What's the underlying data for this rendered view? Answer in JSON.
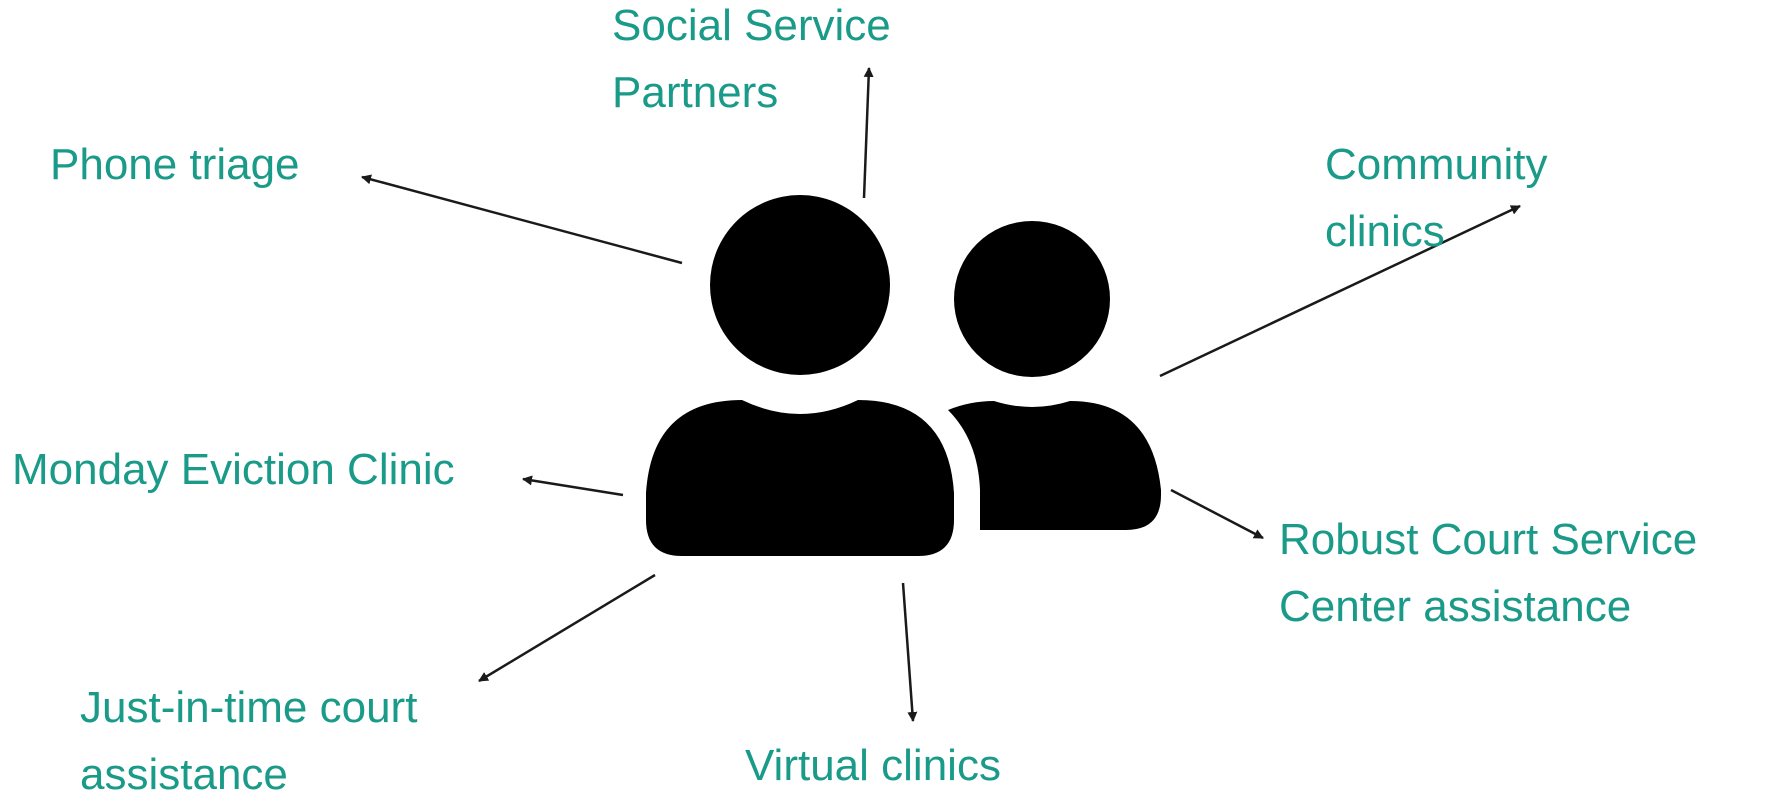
{
  "colors": {
    "label_text": "#1a9a88",
    "icon_fill": "#000000",
    "arrow_stroke": "#1a1a1a"
  },
  "icons": {
    "people": "people-icon"
  },
  "labels": {
    "social_service": {
      "line1": "Social Service",
      "line2": "Partners"
    },
    "phone_triage": {
      "line1": "Phone triage"
    },
    "community_clinics": {
      "line1": "Community",
      "line2": "clinics"
    },
    "monday_eviction": {
      "line1": "Monday Eviction Clinic"
    },
    "robust_court": {
      "line1": "Robust Court Service",
      "line2": "Center assistance"
    },
    "just_in_time": {
      "line1": "Just-in-time court",
      "line2": "assistance"
    },
    "virtual_clinics": {
      "line1": "Virtual clinics"
    }
  }
}
